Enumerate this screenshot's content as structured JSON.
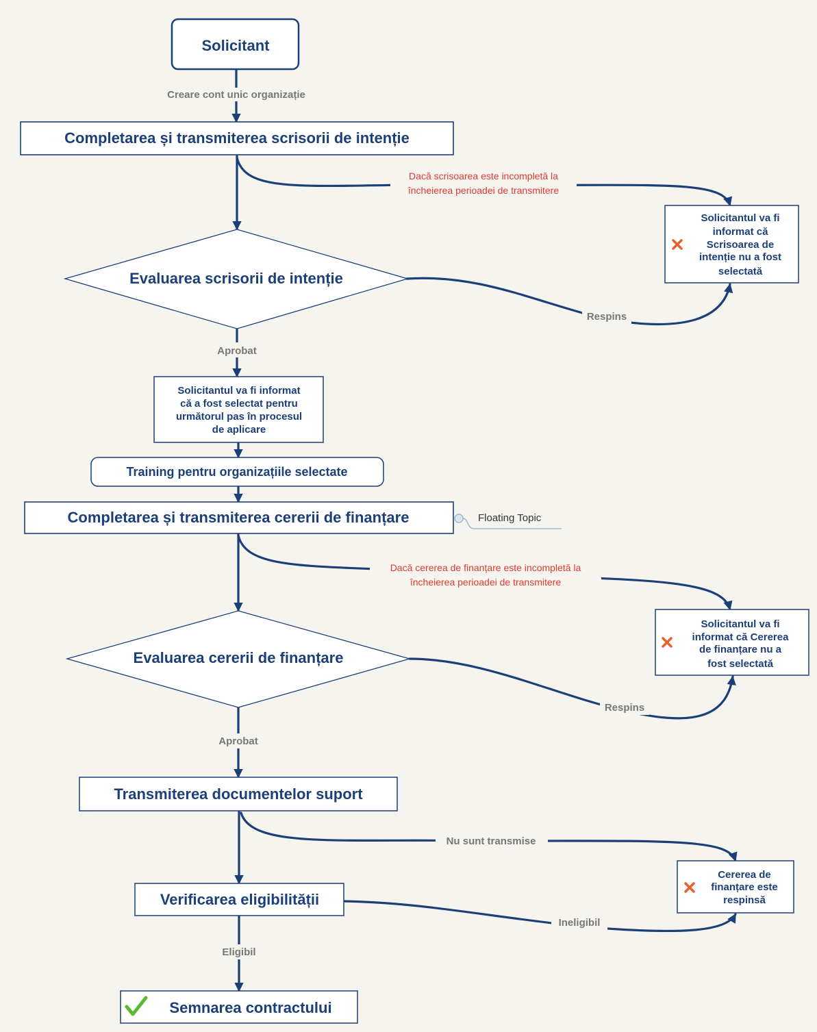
{
  "nodes": {
    "applicant": "Solicitant",
    "loi_submit": "Completarea și transmiterea scrisorii de intenție",
    "loi_eval": "Evaluarea scrisorii de intenție",
    "loi_rejected": [
      "Solicitantul va fi",
      "informat că",
      "Scrisoarea de",
      "intenție nu a fost",
      "selectată"
    ],
    "selected_info": [
      "Solicitantul va fi informat",
      "că a fost selectat pentru",
      "următorul pas în procesul",
      "de aplicare"
    ],
    "training": "Training pentru organizațiile selectate",
    "app_submit": "Completarea și transmiterea cererii de finanțare",
    "floating_topic": "Floating Topic",
    "app_eval": "Evaluarea cererii de finanțare",
    "app_rejected": [
      "Solicitantul va fi",
      "informat că Cererea",
      "de finanțare nu a",
      "fost selectată"
    ],
    "support_docs": "Transmiterea documentelor suport",
    "eligibility": "Verificarea eligibilității",
    "funding_rejected": [
      "Cererea de",
      "finanțare este",
      "respinsă"
    ],
    "contract": "Semnarea contractului"
  },
  "edges": {
    "create_account": "Creare cont unic organizație",
    "loi_incomplete": [
      "Dacă scrisoarea este incompletă la",
      "încheierea perioadei de transmitere"
    ],
    "loi_rejected_label": "Respins",
    "loi_approved": "Aprobat",
    "app_incomplete": [
      "Dacă cererea de finanțare este incompletă la",
      "încheierea perioadei de transmitere"
    ],
    "app_rejected_label": "Respins",
    "app_approved": "Aprobat",
    "docs_missing": "Nu sunt transmise",
    "ineligible": "Ineligibil",
    "eligible": "Eligibil"
  },
  "colors": {
    "primary": "#1c3f78",
    "label_gray": "#777777",
    "label_red": "#e03a2f",
    "reject_icon": "#e8602c",
    "check_icon": "#5cb82e",
    "background": "#f6f4ef"
  },
  "icons": {
    "reject": "cross-icon",
    "success": "check-icon"
  }
}
